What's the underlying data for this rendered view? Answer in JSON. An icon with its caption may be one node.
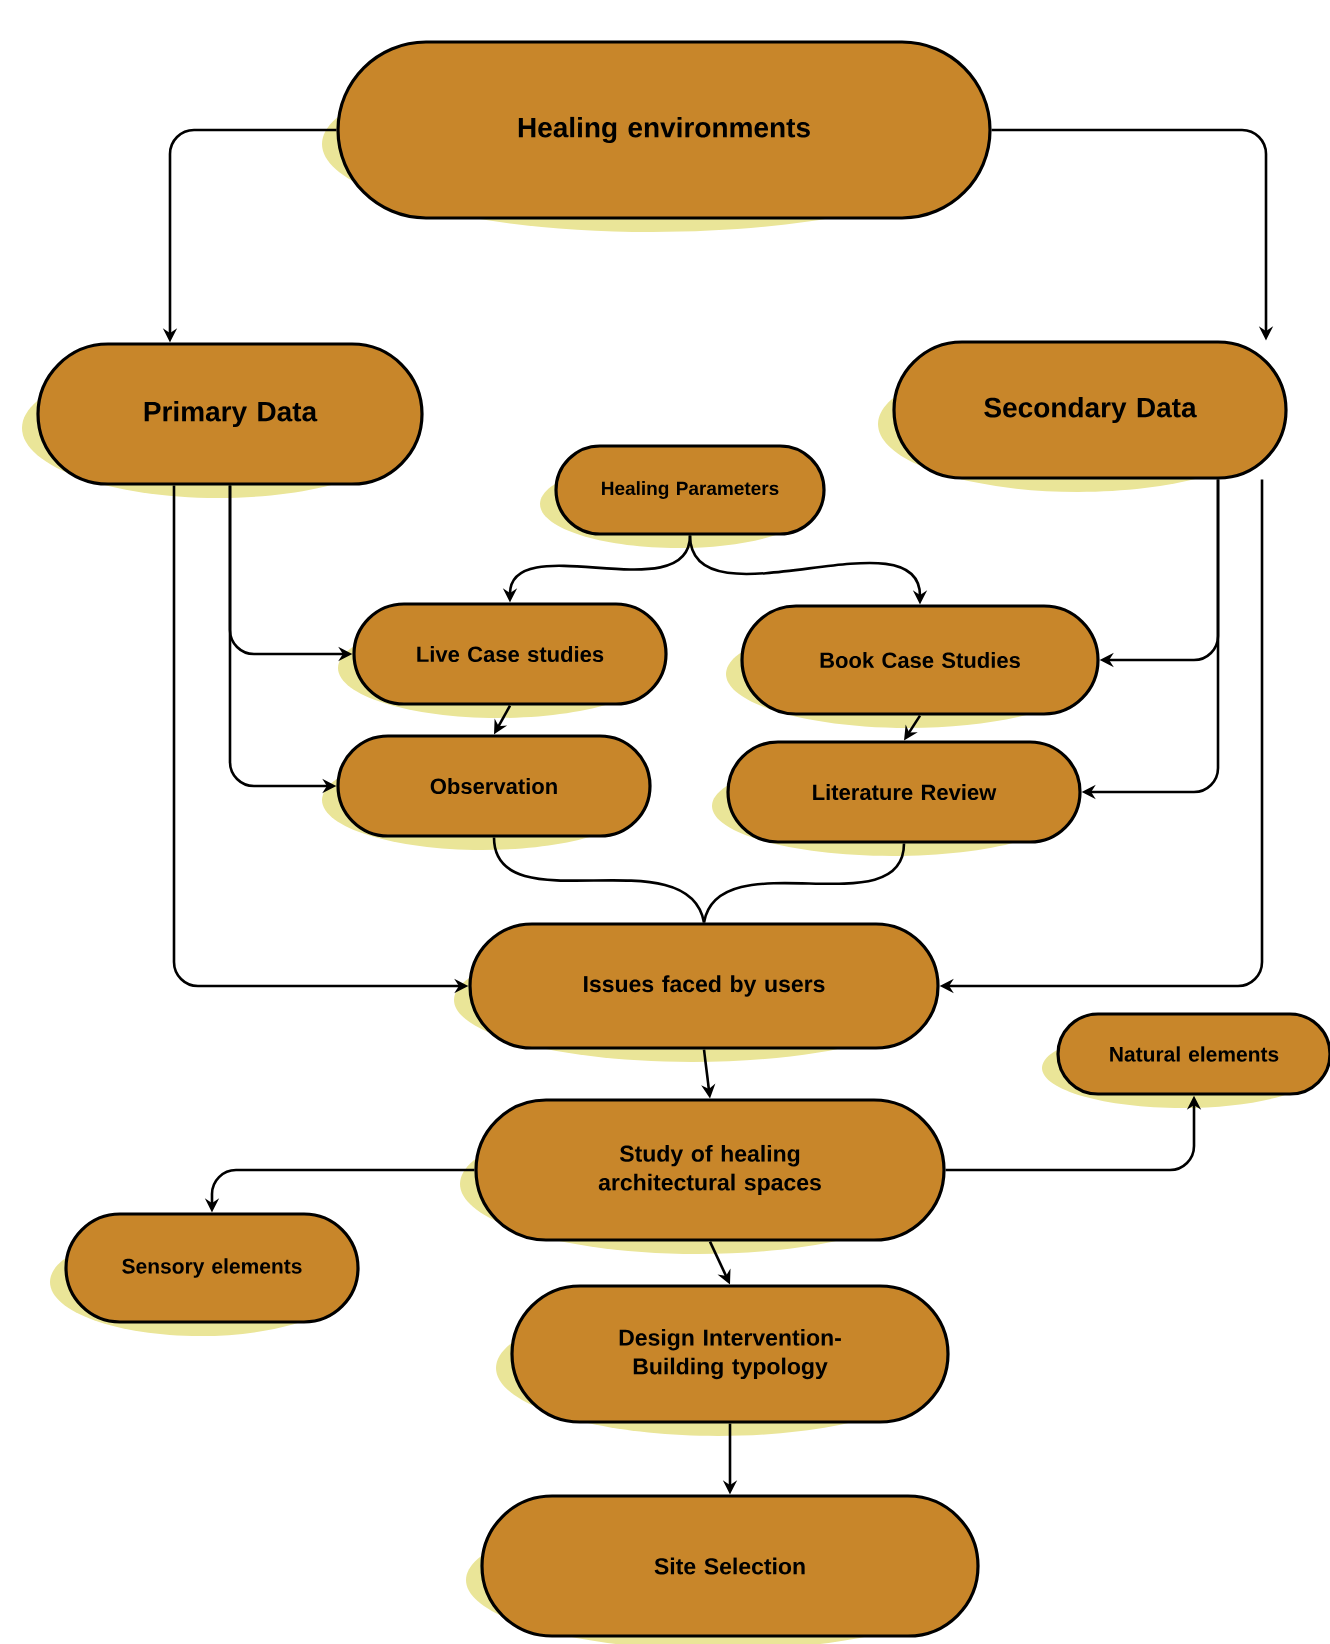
{
  "diagram": {
    "nodes": [
      {
        "text": [
          "Healing environments"
        ]
      },
      {
        "text": [
          "Primary Data"
        ]
      },
      {
        "text": [
          "Secondary Data"
        ]
      },
      {
        "text": [
          "Healing Parameters"
        ]
      },
      {
        "text": [
          "Live Case studies"
        ]
      },
      {
        "text": [
          "Book Case Studies"
        ]
      },
      {
        "text": [
          "Observation"
        ]
      },
      {
        "text": [
          "Literature Review"
        ]
      },
      {
        "text": [
          "Issues faced by users"
        ]
      },
      {
        "text": [
          "Study of healing architectural spaces"
        ]
      },
      {
        "text": [
          "Natural elements"
        ]
      },
      {
        "text": [
          "Sensory elements"
        ]
      },
      {
        "text": [
          "Design Intervention-Building typology"
        ]
      },
      {
        "text": [
          "Site Selection"
        ]
      }
    ],
    "edges": [
      {
        "from": 0,
        "to": 1,
        "arrow": "to"
      },
      {
        "from": 0,
        "to": 2,
        "arrow": "to"
      },
      {
        "from": 3,
        "to": 4,
        "arrow": "to"
      },
      {
        "from": 3,
        "to": 5,
        "arrow": "to"
      },
      {
        "from": 1,
        "to": 4,
        "arrow": "to"
      },
      {
        "from": 1,
        "to": 6,
        "arrow": "to"
      },
      {
        "from": 1,
        "to": 8,
        "arrow": "to"
      },
      {
        "from": 2,
        "to": 5,
        "arrow": "to"
      },
      {
        "from": 2,
        "to": 7,
        "arrow": "to"
      },
      {
        "from": 2,
        "to": 8,
        "arrow": "to"
      },
      {
        "from": 4,
        "to": 6,
        "arrow": "to"
      },
      {
        "from": 5,
        "to": 7,
        "arrow": "to"
      },
      {
        "from": 6,
        "to": 8,
        "arrow": "none"
      },
      {
        "from": 7,
        "to": 8,
        "arrow": "none"
      },
      {
        "from": 8,
        "to": 9,
        "arrow": "to"
      },
      {
        "from": 9,
        "to": 11,
        "arrow": "to"
      },
      {
        "from": 9,
        "to": 10,
        "arrow": "to"
      },
      {
        "from": 9,
        "to": 12,
        "arrow": "to"
      },
      {
        "from": 12,
        "to": 13,
        "arrow": "to"
      }
    ]
  }
}
